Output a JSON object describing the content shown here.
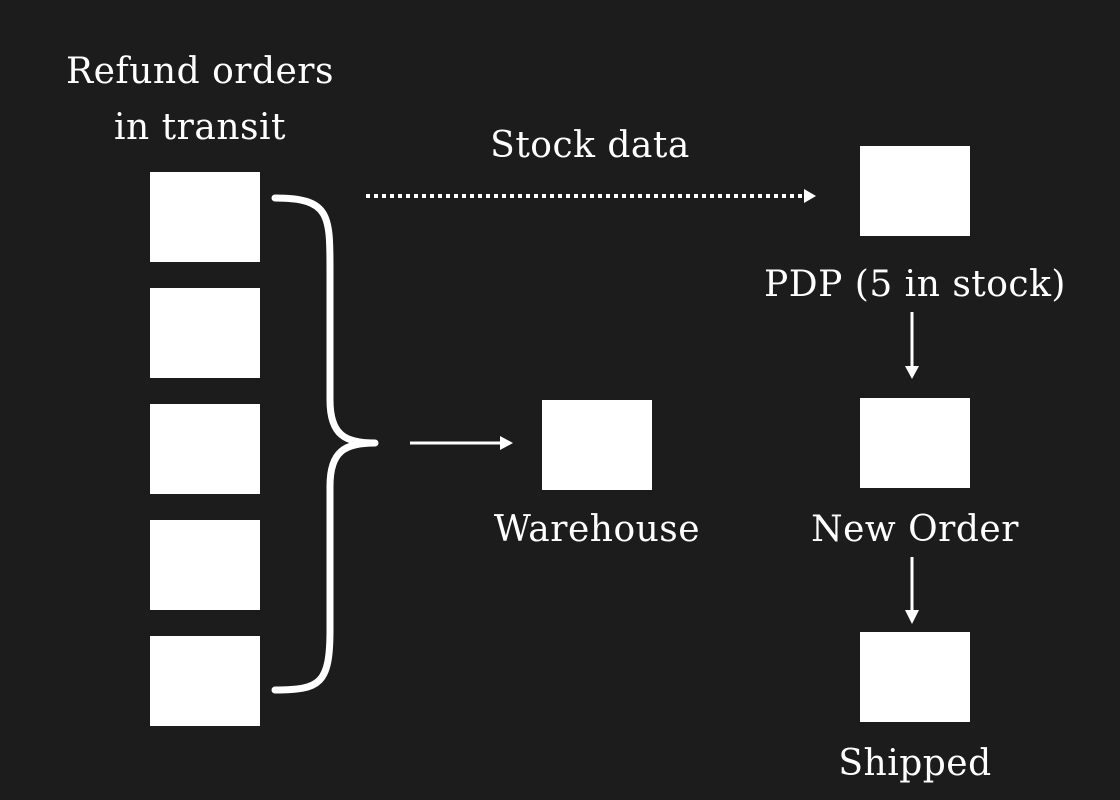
{
  "diagram": {
    "left_group_label_line1": "Refund orders",
    "left_group_label_line2": "in transit",
    "stock_arrow_label": "Stock data",
    "warehouse_label": "Warehouse",
    "pdp_label": "PDP (5 in stock)",
    "new_order_label": "New Order",
    "shipped_label": "Shipped"
  },
  "colors": {
    "background": "#1d1c1c",
    "foreground": "#ffffff"
  }
}
